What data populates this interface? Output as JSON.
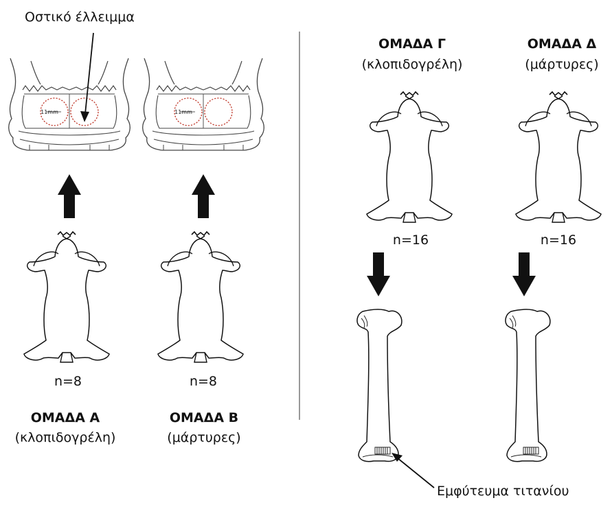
{
  "labels": {
    "bone_defect": "Οστικό έλλειμμα",
    "titanium_implant": "Εμφύτευμα τιτανίου",
    "defect_size_left": "11mm",
    "defect_size_right": "11mm"
  },
  "groups": {
    "a": {
      "name": "ΟΜΑΔΑ Α",
      "treatment": "(κλοπιδογρέλη)",
      "n": "n=8"
    },
    "b": {
      "name": "ΟΜΑΔΑ Β",
      "treatment": "(μάρτυρες)",
      "n": "n=8"
    },
    "c": {
      "name": "ΟΜΑΔΑ Γ",
      "treatment": "(κλοπιδογρέλη)",
      "n": "n=16"
    },
    "d": {
      "name": "ΟΜΑΔΑ Δ",
      "treatment": "(μάρτυρες)",
      "n": "n=16"
    }
  },
  "colors": {
    "ink": "#111111",
    "defect_circle": "#c0392b"
  }
}
